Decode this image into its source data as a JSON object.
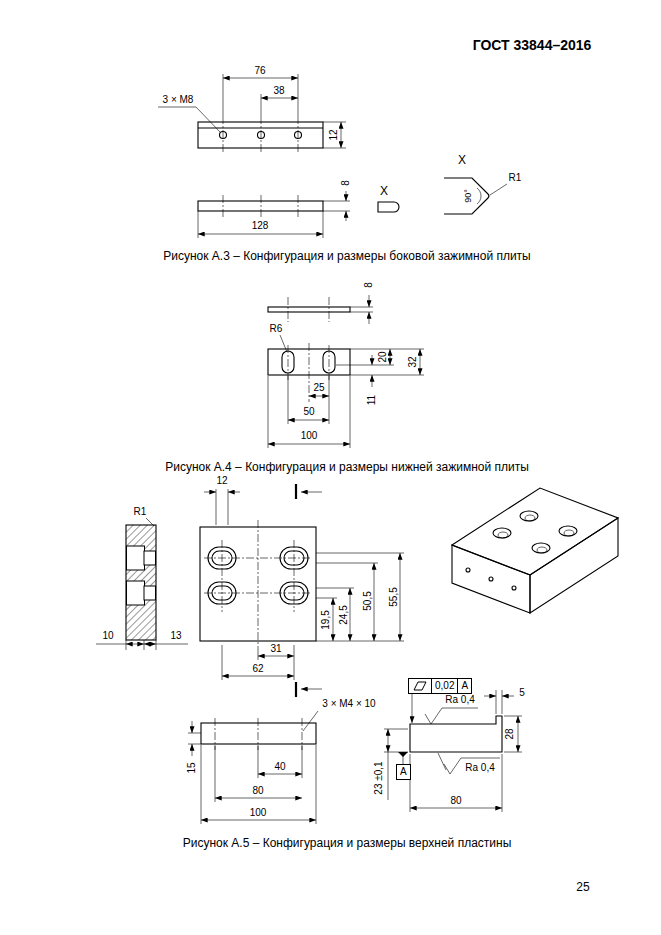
{
  "diagram": {
    "title": "ГОСТ 33844–2016",
    "nodes": [
      {
        "text": [
          "0,02",
          "A"
        ]
      },
      {
        "text": [
          "A"
        ]
      }
    ],
    "labels": [
      "76",
      "38",
      "3 × M8",
      "12",
      "128",
      "8",
      "X",
      "X",
      "90°",
      "R1",
      "Рисунок А.3 – Конфигурация и размеры боковой зажимной плиты",
      "8",
      "R6",
      "32",
      "20",
      "25",
      "11",
      "50",
      "100",
      "Рисунок А.4 – Конфигурация и размеры нижней зажимной плиты",
      "R1",
      "12",
      "10",
      "13",
      "31",
      "62",
      "50,5",
      "55,5",
      "24,5",
      "19,5",
      "3 × M4 × 10",
      "40",
      "15",
      "80",
      "100",
      "Ra 0,4",
      "5",
      "28",
      "23 ±0,1",
      "Ra 0,4",
      "80",
      "Рисунок А.5 – Конфигурация и размеры верхней пластины",
      "25"
    ]
  }
}
